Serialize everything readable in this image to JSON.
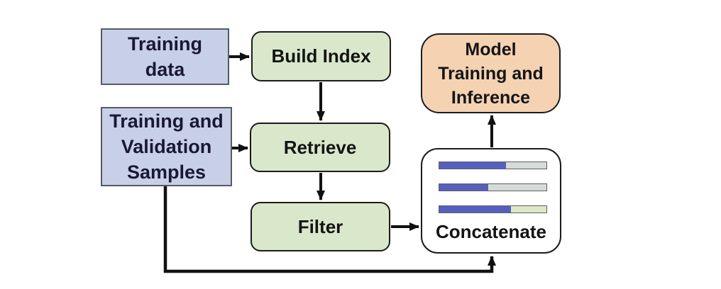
{
  "colors": {
    "blue_box_fill": "#c8d0e8",
    "blue_box_border": "#545b68",
    "green_box_fill": "#d9e8cb",
    "green_box_border": "#1c1c1c",
    "peach_box_fill": "#f4d2b2",
    "peach_box_border": "#1c1c1c",
    "white_box_fill": "#ffffff",
    "white_box_border": "#1c1c1c",
    "arrow_color": "#111111",
    "navy_text": "#191930",
    "black_text": "#141414",
    "bar_blue": "#5560bd",
    "bar_track_gray": "#d5dcd5",
    "bar_track_green": "#dfe7c3",
    "bar_border": "#5a5f6e"
  },
  "nodes": {
    "training_data": {
      "line1": "Training",
      "line2": "data"
    },
    "build_index": {
      "label": "Build Index"
    },
    "training_validation": {
      "line1": "Training and",
      "line2": "Validation",
      "line3": "Samples"
    },
    "retrieve": {
      "label": "Retrieve"
    },
    "filter": {
      "label": "Filter"
    },
    "concatenate": {
      "label": "Concatenate",
      "bars": [
        {
          "blue_pct": 62,
          "track": "gray"
        },
        {
          "blue_pct": 46,
          "track": "gray"
        },
        {
          "blue_pct": 67,
          "track": "green"
        }
      ]
    },
    "model": {
      "line1": "Model",
      "line2": "Training and",
      "line3": "Inference"
    }
  }
}
